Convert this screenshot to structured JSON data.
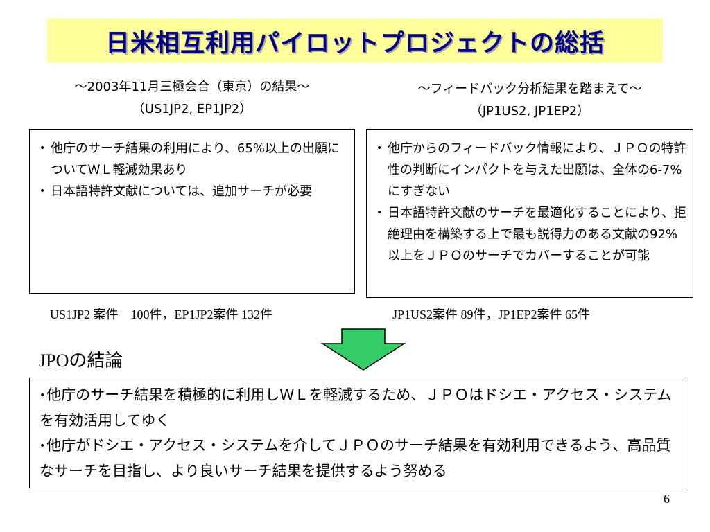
{
  "slide": {
    "title": "日米相互利用パイロットプロジェクトの総括",
    "page_number": "6"
  },
  "left": {
    "heading_line1": "～2003年11月三極会合（東京）の結果～",
    "heading_line2": "（US1JP2, EP1JP2）",
    "bullets": [
      "他庁のサーチ結果の利用により、65%以上の出願についてＷＬ軽減効果あり",
      "日本語特許文献については、追加サーチが必要"
    ],
    "count_text": "US1JP2 案件　100件，EP1JP2案件 132件"
  },
  "right": {
    "heading_line1": "～フィードバック分析結果を踏まえて～",
    "heading_line2": "（JP1US2, JP1EP2）",
    "bullets": [
      "他庁からのフィードバック情報により、ＪＰＯの特許性の判断にインパクトを与えた出願は、全体の6-7%にすぎない",
      "日本語特許文献のサーチを最適化することにより、拒絶理由を構築する上で最も説得力のある文献の92%以上をＪＰＯのサーチでカバーすることが可能"
    ],
    "count_text": "JP1US2案件 89件，JP1EP2案件 65件"
  },
  "conclusion": {
    "title_latin": "JPO",
    "title_rest": "の結論",
    "bullets": [
      "他庁のサーチ結果を積極的に利用しＷＬを軽減するため、ＪＰＯはドシエ・アクセス・システムを有効活用してゆく",
      "他庁がドシエ・アクセス・システムを介してＪＰＯのサーチ結果を有効利用できるよう、高品質なサーチを目指し、より良いサーチ結果を提供するよう努める"
    ]
  },
  "colors": {
    "title_bg": "#ffff99",
    "title_text": "#000080",
    "arrow_fill": "#33cc66"
  },
  "icons": {
    "bullet": "•",
    "arrow": "down-arrow"
  }
}
